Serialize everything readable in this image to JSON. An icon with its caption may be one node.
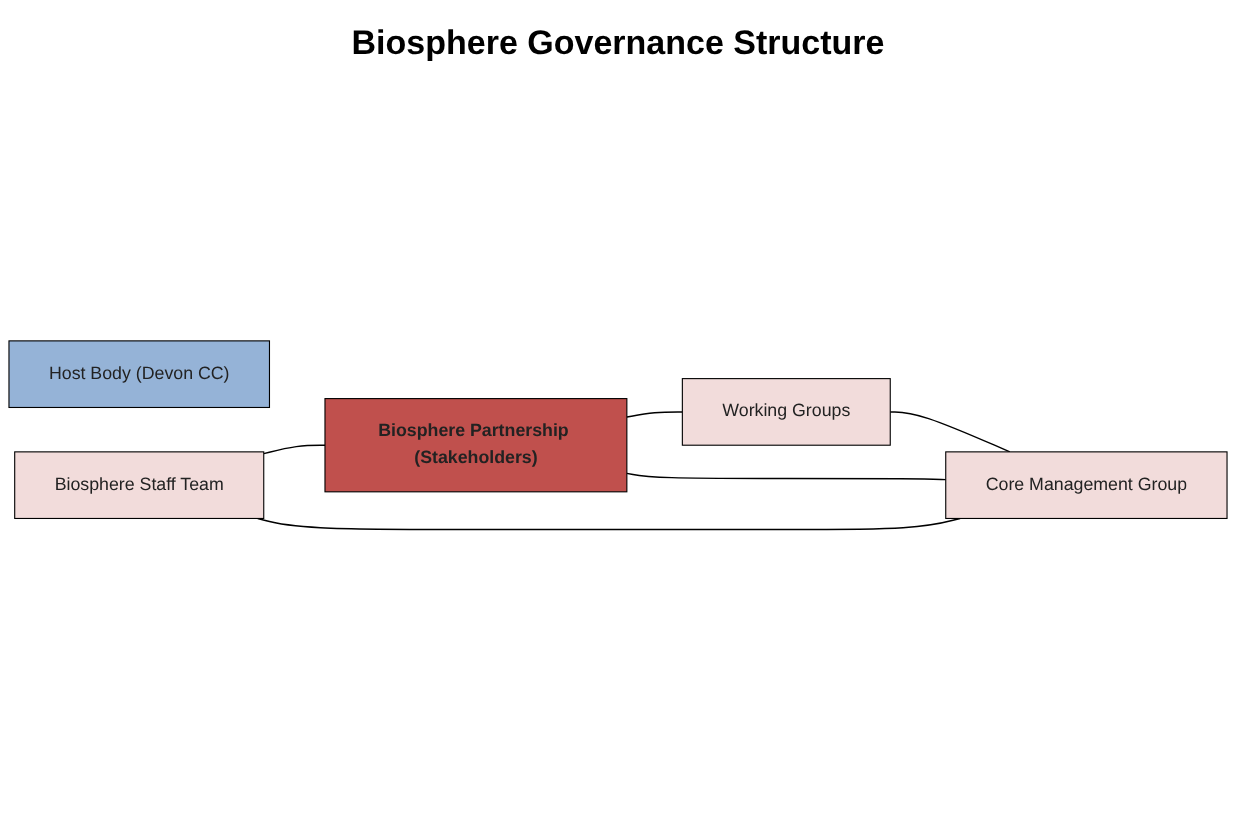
{
  "diagram": {
    "title": "Biosphere Governance Structure",
    "nodes": [
      {
        "text": [
          "Host Body (Devon CC)"
        ]
      },
      {
        "text": [
          "Biosphere Staff Team"
        ]
      },
      {
        "text": [
          "Biosphere Partnership (Stakeholders)"
        ]
      },
      {
        "text": [
          "Working Groups"
        ]
      },
      {
        "text": [
          "Core Management Group"
        ]
      }
    ],
    "edges": [
      {
        "from": 1,
        "to": 2,
        "arrow": "none"
      },
      {
        "from": 2,
        "to": 3,
        "arrow": "none"
      },
      {
        "from": 2,
        "to": 4,
        "arrow": "none"
      },
      {
        "from": 1,
        "to": 4,
        "arrow": "none"
      },
      {
        "from": 3,
        "to": 4,
        "arrow": "none"
      }
    ]
  }
}
